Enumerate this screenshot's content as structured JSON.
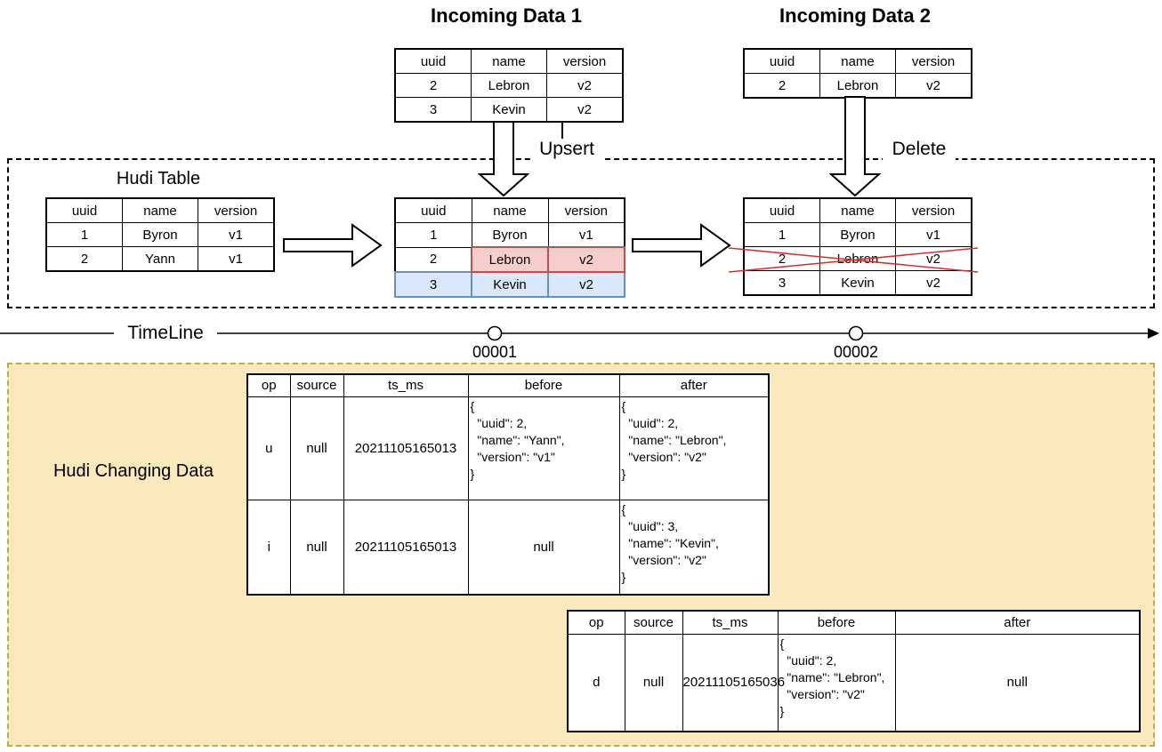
{
  "titles": {
    "incoming1": "Incoming Data 1",
    "incoming2": "Incoming Data 2",
    "hudi_table": "Hudi Table",
    "changing": "Hudi Changing Data",
    "timeline": "TimeLine",
    "upsert": "Upsert",
    "delete": "Delete"
  },
  "record_headers": [
    "uuid",
    "name",
    "version"
  ],
  "incoming1_rows": [
    [
      "2",
      "Lebron",
      "v2"
    ],
    [
      "3",
      "Kevin",
      "v2"
    ]
  ],
  "incoming2_rows": [
    [
      "2",
      "Lebron",
      "v2"
    ]
  ],
  "hudi1_rows": [
    [
      "1",
      "Byron",
      "v1"
    ],
    [
      "2",
      "Yann",
      "v1"
    ]
  ],
  "hudi2_rows": [
    [
      "1",
      "Byron",
      "v1"
    ],
    [
      "2",
      "Lebron",
      "v2"
    ],
    [
      "3",
      "Kevin",
      "v2"
    ]
  ],
  "hudi3_rows": [
    [
      "1",
      "Byron",
      "v1"
    ],
    [
      "2",
      "Lebron",
      "v2"
    ],
    [
      "3",
      "Kevin",
      "v2"
    ]
  ],
  "timeline_ticks": [
    "00001",
    "00002"
  ],
  "changelog_headers": [
    "op",
    "source",
    "ts_ms",
    "before",
    "after"
  ],
  "changelog1_rows": [
    {
      "op": "u",
      "source": "null",
      "ts_ms": "20211105165013",
      "before": "{\n  \"uuid\": 2,\n  \"name\": \"Yann\",\n  \"version\": \"v1\"\n}",
      "after": "{\n  \"uuid\": 2,\n  \"name\": \"Lebron\",\n  \"version\": \"v2\"\n}"
    },
    {
      "op": "i",
      "source": "null",
      "ts_ms": "20211105165013",
      "before": "null",
      "after": "{\n  \"uuid\": 3,\n  \"name\": \"Kevin\",\n  \"version\": \"v2\"\n}"
    }
  ],
  "changelog2_rows": [
    {
      "op": "d",
      "source": "null",
      "ts_ms": "20211105165036",
      "before": "{\n  \"uuid\": 2,\n  \"name\": \"Lebron\",\n  \"version\": \"v2\"\n}",
      "after": "null"
    }
  ],
  "colors": {
    "updated_fill": "#f8cecc",
    "updated_border": "#b85450",
    "inserted_fill": "#dae8fc",
    "inserted_border": "#6c8ebf",
    "changing_fill": "#fae9bd",
    "changing_border": "#c9a84c",
    "deleted_cross": "#cc3333"
  }
}
